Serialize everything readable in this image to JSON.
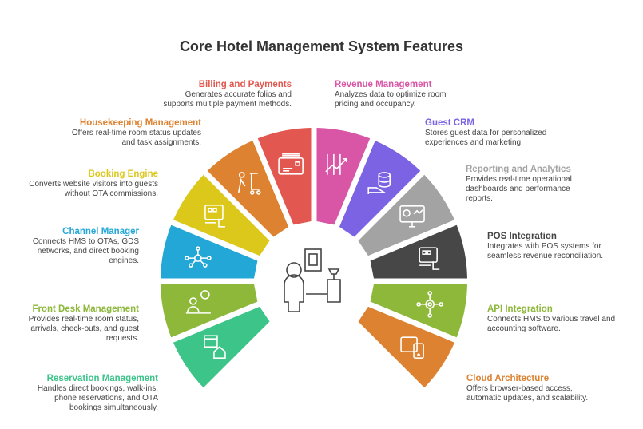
{
  "title": "Core Hotel Management System Features",
  "segments": [
    {
      "key": "reservation",
      "title": "Reservation Management",
      "color": "#3CC489",
      "icon": "calendar-house-icon",
      "desc_lines": [
        "Handles direct bookings, walk-ins,",
        "phone reservations, and OTA",
        "bookings simultaneously."
      ]
    },
    {
      "key": "frontdesk",
      "title": "Front Desk Management",
      "color": "#8DB83A",
      "icon": "receptionist-info-icon",
      "desc_lines": [
        "Provides real-time room status,",
        "arrivals, check-outs, and guest",
        "requests."
      ]
    },
    {
      "key": "channel",
      "title": "Channel Manager",
      "color": "#22A7D6",
      "icon": "network-hub-icon",
      "desc_lines": [
        "Connects HMS to OTAs, GDS",
        "networks, and direct booking",
        "engines."
      ]
    },
    {
      "key": "booking",
      "title": "Booking Engine",
      "color": "#DCC71B",
      "icon": "kiosk-euro-icon",
      "desc_lines": [
        "Converts website visitors into guests",
        "without OTA commissions."
      ]
    },
    {
      "key": "housekeeping",
      "title": "Housekeeping Management",
      "color": "#DD8231",
      "icon": "housekeeper-cart-icon",
      "desc_lines": [
        "Offers real-time room status updates",
        "and task assignments."
      ]
    },
    {
      "key": "billing",
      "title": "Billing and Payments",
      "color": "#E2574F",
      "icon": "credit-card-icon",
      "desc_lines": [
        "Generates accurate folios and",
        "supports multiple payment methods."
      ]
    },
    {
      "key": "revenue",
      "title": "Revenue Management",
      "color": "#D955A5",
      "icon": "trend-chart-icon",
      "desc_lines": [
        "Analyzes data to optimize room",
        "pricing and occupancy."
      ]
    },
    {
      "key": "crm",
      "title": "Guest CRM",
      "color": "#7B63E3",
      "icon": "database-hand-icon",
      "desc_lines": [
        "Stores guest data for personalized",
        "experiences and marketing."
      ]
    },
    {
      "key": "reporting",
      "title": "Reporting and Analytics",
      "color": "#A3A3A3",
      "icon": "dashboard-monitor-icon",
      "desc_lines": [
        "Provides real-time operational",
        "dashboards and performance",
        "reports."
      ]
    },
    {
      "key": "pos",
      "title": "POS Integration",
      "color": "#474747",
      "icon": "pos-terminal-icon",
      "desc_lines": [
        "Integrates with POS systems for",
        "seamless revenue reconciliation."
      ]
    },
    {
      "key": "api",
      "title": "API Integration",
      "color": "#8DB83A",
      "icon": "api-gear-network-icon",
      "desc_lines": [
        "Connects HMS to various travel and",
        "accounting software."
      ]
    },
    {
      "key": "cloud",
      "title": "Cloud Architecture",
      "color": "#DD8231",
      "icon": "cloud-devices-icon",
      "desc_lines": [
        "Offers browser-based access,",
        "automatic updates, and scalability."
      ]
    }
  ]
}
